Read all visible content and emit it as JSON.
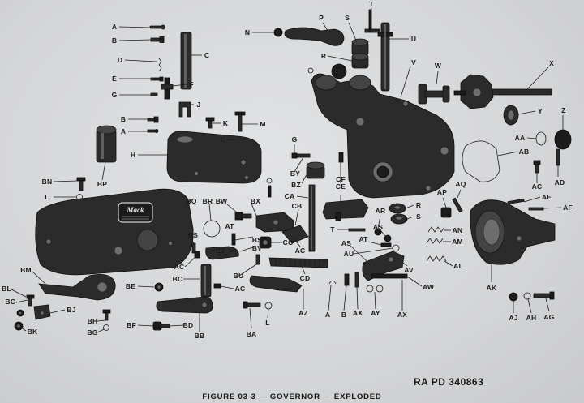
{
  "reference_number": "RA PD 340863",
  "caption": "FIGURE 03-3 — GOVERNOR — EXPLODED",
  "nameplate": {
    "brand": "Mack"
  },
  "callouts": [
    {
      "id": "A",
      "text": "A"
    },
    {
      "id": "B",
      "text": "B"
    },
    {
      "id": "C",
      "text": "C"
    },
    {
      "id": "D",
      "text": "D"
    },
    {
      "id": "E",
      "text": "E"
    },
    {
      "id": "F",
      "text": "F"
    },
    {
      "id": "G",
      "text": "G"
    },
    {
      "id": "H",
      "text": "H"
    },
    {
      "id": "J",
      "text": "J"
    },
    {
      "id": "K",
      "text": "K"
    },
    {
      "id": "L",
      "text": "L"
    },
    {
      "id": "M",
      "text": "M"
    },
    {
      "id": "N",
      "text": "N"
    },
    {
      "id": "P",
      "text": "P"
    },
    {
      "id": "R",
      "text": "R"
    },
    {
      "id": "S",
      "text": "S"
    },
    {
      "id": "T",
      "text": "T"
    },
    {
      "id": "U",
      "text": "U"
    },
    {
      "id": "V",
      "text": "V"
    },
    {
      "id": "W",
      "text": "W"
    },
    {
      "id": "X",
      "text": "X"
    },
    {
      "id": "Y",
      "text": "Y"
    },
    {
      "id": "Z",
      "text": "Z"
    },
    {
      "id": "AA",
      "text": "AA"
    },
    {
      "id": "AB",
      "text": "AB"
    },
    {
      "id": "AC",
      "text": "AC"
    },
    {
      "id": "AD",
      "text": "AD"
    },
    {
      "id": "AE",
      "text": "AE"
    },
    {
      "id": "AF",
      "text": "AF"
    },
    {
      "id": "AG",
      "text": "AG"
    },
    {
      "id": "AH",
      "text": "AH"
    },
    {
      "id": "AJ",
      "text": "AJ"
    },
    {
      "id": "AK",
      "text": "AK"
    },
    {
      "id": "AL",
      "text": "AL"
    },
    {
      "id": "AM",
      "text": "AM"
    },
    {
      "id": "AN",
      "text": "AN"
    },
    {
      "id": "AP",
      "text": "AP"
    },
    {
      "id": "AQ",
      "text": "AQ"
    },
    {
      "id": "AR",
      "text": "AR"
    },
    {
      "id": "AS",
      "text": "AS"
    },
    {
      "id": "AT",
      "text": "AT"
    },
    {
      "id": "AU",
      "text": "AU"
    },
    {
      "id": "AV",
      "text": "AV"
    },
    {
      "id": "AW",
      "text": "AW"
    },
    {
      "id": "AX",
      "text": "AX"
    },
    {
      "id": "AY",
      "text": "AY"
    },
    {
      "id": "AZ",
      "text": "AZ"
    },
    {
      "id": "BA",
      "text": "BA"
    },
    {
      "id": "BB",
      "text": "BB"
    },
    {
      "id": "BC",
      "text": "BC"
    },
    {
      "id": "BD",
      "text": "BD"
    },
    {
      "id": "BE",
      "text": "BE"
    },
    {
      "id": "BF",
      "text": "BF"
    },
    {
      "id": "BG",
      "text": "BG"
    },
    {
      "id": "BH",
      "text": "BH"
    },
    {
      "id": "BJ",
      "text": "BJ"
    },
    {
      "id": "BK",
      "text": "BK"
    },
    {
      "id": "BL",
      "text": "BL"
    },
    {
      "id": "BM",
      "text": "BM"
    },
    {
      "id": "BN",
      "text": "BN"
    },
    {
      "id": "BP",
      "text": "BP"
    },
    {
      "id": "BQ",
      "text": "BQ"
    },
    {
      "id": "BR",
      "text": "BR"
    },
    {
      "id": "BS",
      "text": "BS"
    },
    {
      "id": "BT",
      "text": "BT"
    },
    {
      "id": "BU",
      "text": "BU"
    },
    {
      "id": "BV",
      "text": "BV"
    },
    {
      "id": "BW",
      "text": "BW"
    },
    {
      "id": "BX",
      "text": "BX"
    },
    {
      "id": "BY",
      "text": "BY"
    },
    {
      "id": "BZ",
      "text": "BZ"
    },
    {
      "id": "CA",
      "text": "CA"
    },
    {
      "id": "CB",
      "text": "CB"
    },
    {
      "id": "CC",
      "text": "CC"
    },
    {
      "id": "CD",
      "text": "CD"
    },
    {
      "id": "CE",
      "text": "CE"
    },
    {
      "id": "CF",
      "text": "CF"
    }
  ]
}
